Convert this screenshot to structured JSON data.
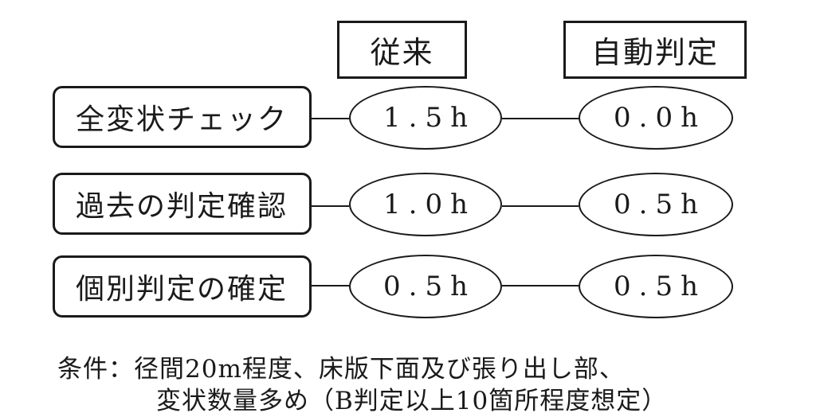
{
  "headers": {
    "conventional": "従来",
    "automatic": "自動判定"
  },
  "rows": [
    {
      "task": "全変状チェック",
      "conventional": "1.5h",
      "automatic": "0.0h"
    },
    {
      "task": "過去の判定確認",
      "conventional": "1.0h",
      "automatic": "0.5h"
    },
    {
      "task": "個別判定の確定",
      "conventional": "0.5h",
      "automatic": "0.5h"
    }
  ],
  "note": {
    "line1": "条件：径間20m程度、床版下面及び張り出し部、",
    "line2": "変状数量多め（B判定以上10箇所程度想定）"
  }
}
